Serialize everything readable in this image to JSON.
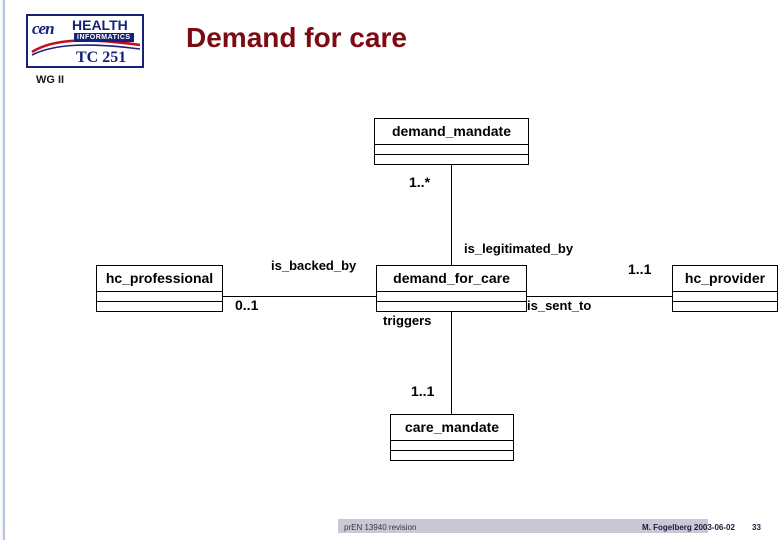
{
  "slide": {
    "title": "Demand for care",
    "subtitle": "WG II",
    "logo": {
      "cen": "cen",
      "health": "HEALTH",
      "informatics": "INFORMATICS",
      "tc": "TC 251"
    },
    "footer": {
      "left": "prEN 13940 revision",
      "right": "M. Fogelberg 2003-06-02",
      "page": "33"
    }
  },
  "diagram": {
    "type": "uml-class-diagram",
    "classes": [
      {
        "id": "demand_mandate",
        "name": "demand_mandate"
      },
      {
        "id": "hc_professional",
        "name": "hc_professional"
      },
      {
        "id": "demand_for_care",
        "name": "demand_for_care"
      },
      {
        "id": "hc_provider",
        "name": "hc_provider"
      },
      {
        "id": "care_mandate",
        "name": "care_mandate"
      }
    ],
    "associations": [
      {
        "id": "is_backed_by",
        "label": "is_backed_by",
        "from": "hc_professional",
        "to": "demand_for_care",
        "from_multiplicity": "0..1",
        "to_multiplicity": ""
      },
      {
        "id": "is_legitimated_by",
        "label": "is_legitimated_by",
        "from": "demand_for_care",
        "to": "demand_mandate",
        "from_multiplicity": "",
        "to_multiplicity": "1..*"
      },
      {
        "id": "is_sent_to",
        "label": "is_sent_to",
        "from": "demand_for_care",
        "to": "hc_provider",
        "from_multiplicity": "",
        "to_multiplicity": "1..1"
      },
      {
        "id": "triggers",
        "label": "triggers",
        "from": "demand_for_care",
        "to": "care_mandate",
        "from_multiplicity": "",
        "to_multiplicity": "1..1"
      }
    ],
    "multiplicities": {
      "demand_mandate_top": "1..*",
      "hc_professional_right": "0..1",
      "hc_provider_left": "1..1",
      "care_mandate_top": "1..1"
    },
    "colors": {
      "title": "#7b0a12",
      "logo_blue": "#16227a",
      "line": "#000000",
      "footer_bar": "#c9c9d6"
    }
  }
}
